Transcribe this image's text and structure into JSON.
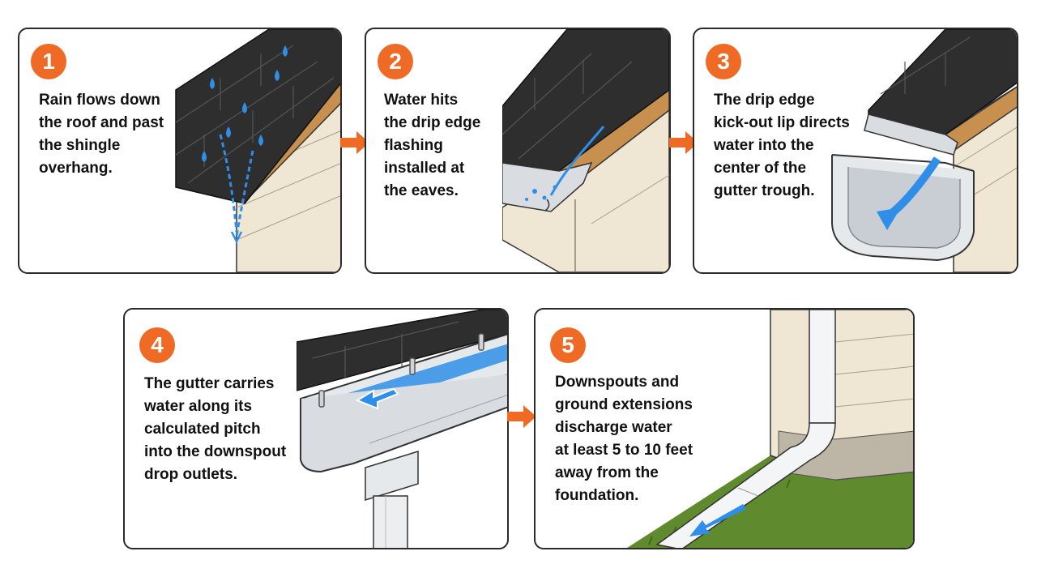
{
  "steps": [
    {
      "number": "1",
      "lines": [
        "Rain flows down",
        "the roof and past",
        "the shingle",
        "overhang."
      ]
    },
    {
      "number": "2",
      "lines": [
        "Water hits",
        "the drip edge",
        "flashing",
        "installed at",
        "the eaves."
      ]
    },
    {
      "number": "3",
      "lines": [
        "The drip edge",
        "kick-out lip directs",
        "water into the",
        "center of the",
        "gutter trough."
      ]
    },
    {
      "number": "4",
      "lines": [
        "The gutter carries",
        "water along its",
        "calculated pitch",
        "into the downspout",
        "drop outlets."
      ]
    },
    {
      "number": "5",
      "lines": [
        "Downspouts and",
        "ground extensions",
        "discharge water",
        "at least 5 to 10 feet",
        "away from the",
        "foundation."
      ]
    }
  ],
  "colors": {
    "accent": "#ef6a24",
    "water": "#2f8fe8",
    "shingle": "#2e2e2e",
    "siding": "#efe7d4",
    "wood": "#c8904e",
    "metal": "#d9dde2",
    "grass": "#5f8a2e"
  },
  "icons": [
    "rain-drop-icon",
    "flow-arrow-icon",
    "step-arrow-icon"
  ]
}
